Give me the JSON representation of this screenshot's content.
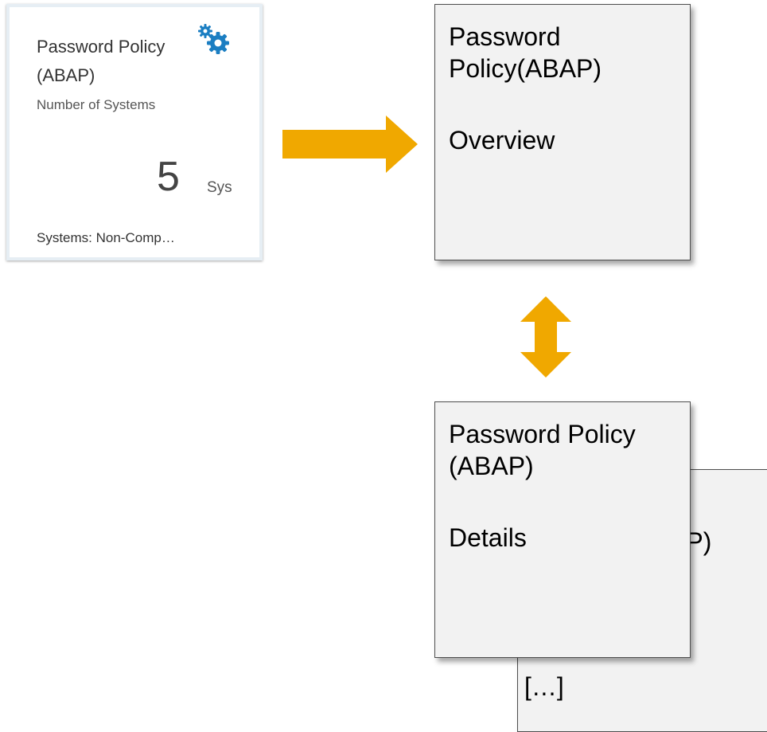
{
  "tile": {
    "title": "Password Policy (ABAP)",
    "subtitle": "Number of Systems",
    "number": "5",
    "unit": "Sys",
    "footer": "Systems: Non-Comp…",
    "icon": "gears-icon",
    "icon_color": "#1b7ec2"
  },
  "overview_box": {
    "title": "Password Policy(ABAP)",
    "subtitle": "Overview"
  },
  "details_box": {
    "title": "Password Policy (ABAP)",
    "subtitle": "Details"
  },
  "back_box": {
    "fragment": "AP)",
    "ellipsis": "[…]"
  },
  "colors": {
    "arrow": "#f0a800",
    "box_fill": "#f2f2f2",
    "box_border": "#4d4d4d"
  }
}
